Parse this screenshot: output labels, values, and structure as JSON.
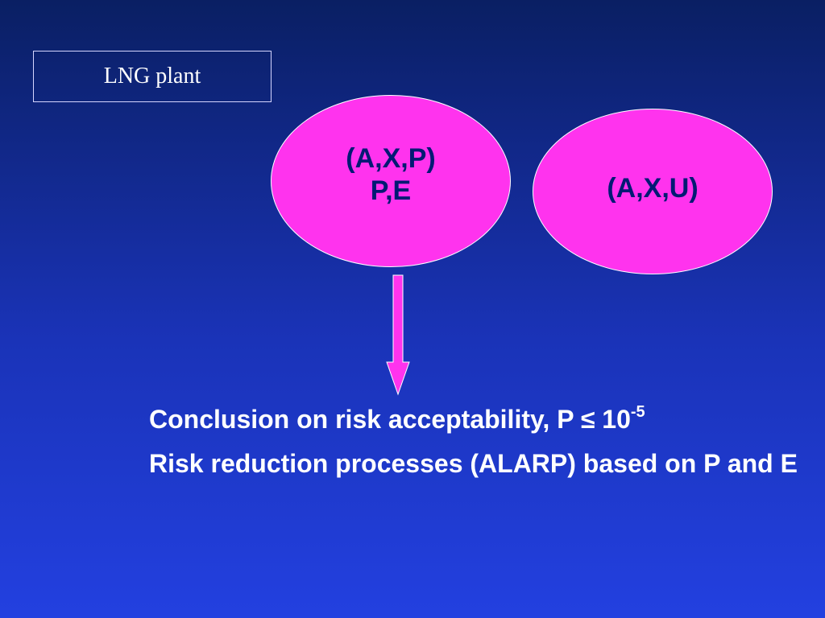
{
  "title_box": {
    "label": "LNG plant"
  },
  "nodes": [
    {
      "line1": "(A,X,P)",
      "line2": "P,E"
    },
    {
      "line1": "(A,X,U)"
    }
  ],
  "arrow": {
    "color": "#ff33ee",
    "direction": "down"
  },
  "conclusions": {
    "line1_text": "Conclusion on risk acceptability, P ≤ 10",
    "line1_exponent": "-5",
    "line2_text": "Risk reduction processes (ALARP) based on P and E"
  },
  "colors": {
    "background_top": "#0a1f63",
    "background_bottom": "#2340e0",
    "ellipse_fill": "#ff33ee",
    "ellipse_text": "#001a73",
    "body_text": "#ffffff"
  }
}
